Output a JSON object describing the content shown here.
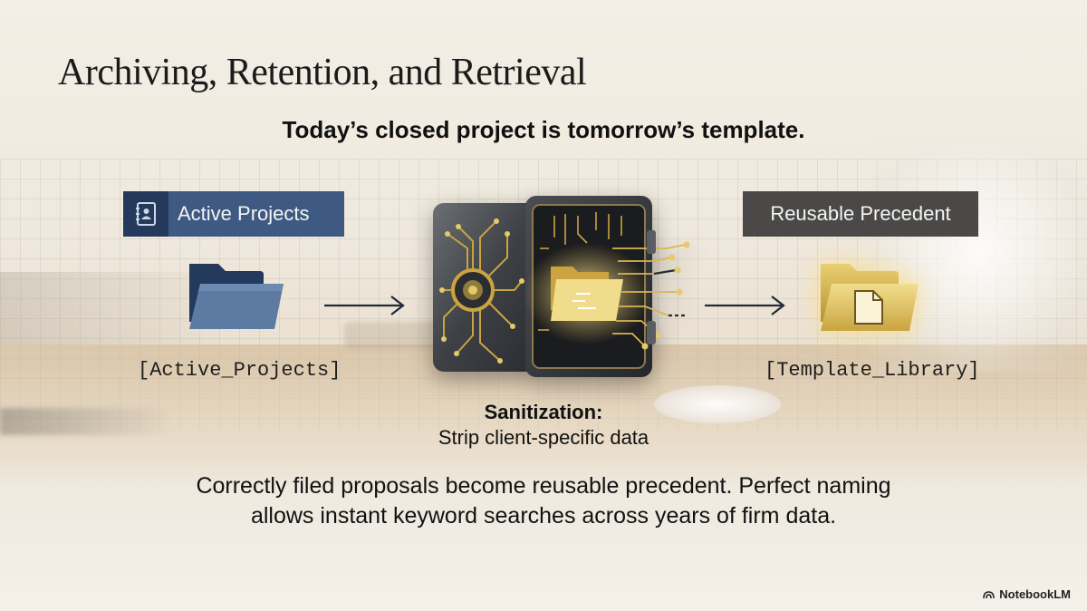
{
  "title": "Archiving, Retention, and Retrieval",
  "subtitle": "Today’s closed project is tomorrow’s template.",
  "left": {
    "label": "Active Projects",
    "icon": "address-book-icon",
    "path": "[Active_Projects]",
    "folder_color": "#3e5a82"
  },
  "right": {
    "label": "Reusable Precedent",
    "icon": "document-folder-icon",
    "path": "[Template_Library]",
    "folder_color": "#d9b650"
  },
  "center": {
    "icon": "vault-icon",
    "heading": "Sanitization:",
    "description": "Strip client-specific data"
  },
  "caption_line1": "Correctly filed proposals become reusable precedent. Perfect naming",
  "caption_line2": "allows instant keyword searches across years of firm data.",
  "brand": "NotebookLM",
  "colors": {
    "accent_blue": "#3e5a82",
    "accent_dark_blue": "#233a5c",
    "gray_label": "#4a4947",
    "gold": "#d9b650"
  }
}
